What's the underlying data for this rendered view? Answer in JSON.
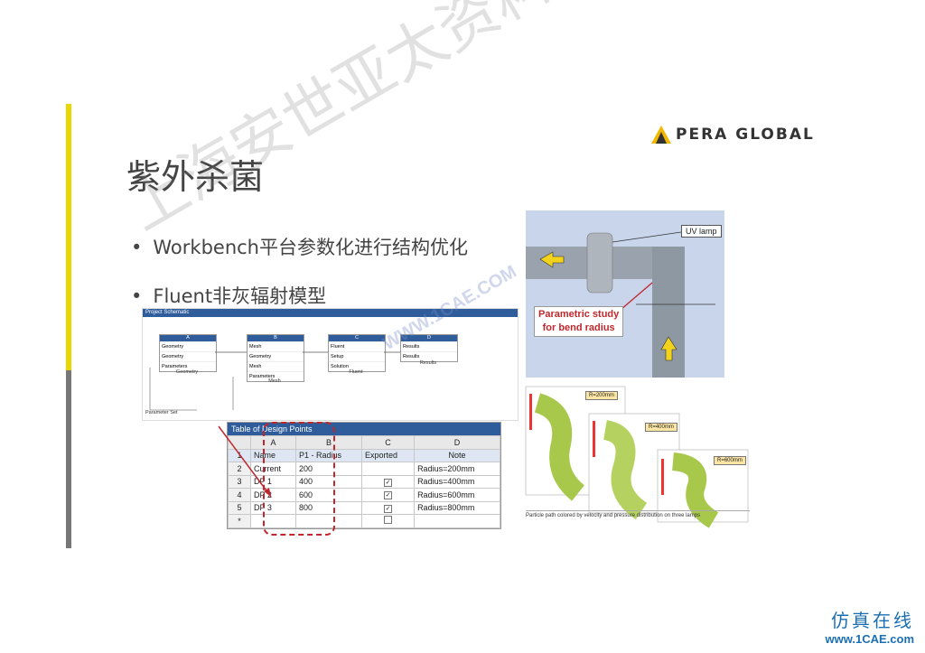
{
  "slide": {
    "title": "紫外杀菌",
    "bullets": [
      "Workbench平台参数化进行结构优化",
      "Fluent非灰辐射模型"
    ],
    "logo_text": "PERA GLOBAL"
  },
  "schematic": {
    "title": "Project Schematic",
    "systems": [
      {
        "col": "A",
        "name": "Geometry",
        "rows": [
          "Geometry",
          "Geometry",
          "Parameters"
        ]
      },
      {
        "col": "B",
        "name": "Mesh",
        "rows": [
          "Mesh",
          "Geometry",
          "Mesh",
          "Parameters"
        ]
      },
      {
        "col": "C",
        "name": "Fluent",
        "rows": [
          "Fluent",
          "Setup",
          "Solution"
        ]
      },
      {
        "col": "D",
        "name": "Results",
        "rows": [
          "Results",
          "Results"
        ]
      }
    ],
    "param_set": "Parameter Set"
  },
  "design_points": {
    "title": "Table of Design Points",
    "col_letters": [
      "A",
      "B",
      "C",
      "D"
    ],
    "headers": [
      "Name",
      "P1 - Radius",
      "Exported",
      "Note"
    ],
    "rows": [
      {
        "num": "2",
        "name": "Current",
        "radius": "200",
        "exported": false,
        "note": "Radius=200mm"
      },
      {
        "num": "3",
        "name": "DP 1",
        "radius": "400",
        "exported": true,
        "note": "Radius=400mm"
      },
      {
        "num": "4",
        "name": "DP 2",
        "radius": "600",
        "exported": true,
        "note": "Radius=600mm"
      },
      {
        "num": "5",
        "name": "DP 3",
        "radius": "800",
        "exported": true,
        "note": "Radius=800mm"
      },
      {
        "num": "*",
        "name": "",
        "radius": "",
        "exported": false,
        "note": ""
      }
    ]
  },
  "pipe_figure": {
    "uv_lamp": "UV lamp",
    "param_line1": "Parametric study",
    "param_line2": "for bend radius"
  },
  "results_figure": {
    "labels": [
      "R=200mm",
      "R=400mm",
      "R=600mm"
    ],
    "caption": "Particle path colored by velocity and pressure distribution on three lamps"
  },
  "watermark": "上海安世亚太资料分享",
  "watermark_small": "WWW.1CAE.COM",
  "footer": {
    "cn": "仿真在线",
    "url": "www.1CAE.com"
  }
}
